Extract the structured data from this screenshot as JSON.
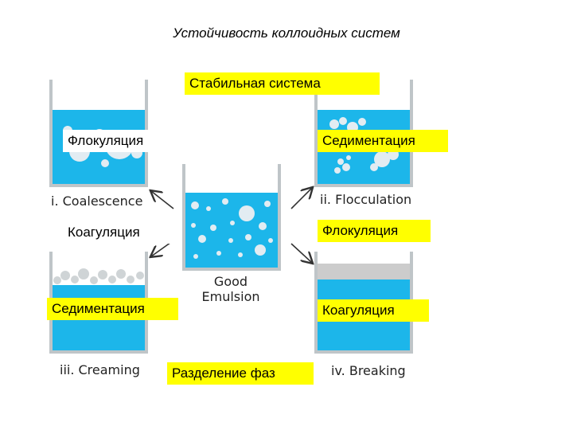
{
  "title": "Устойчивость коллоидных систем",
  "colors": {
    "water": "#1cb6ea",
    "droplet": "#e2ecf2",
    "cream_layer": "#cfd4d6",
    "oil_layer": "#cccccc",
    "highlight": "#ffff00"
  },
  "beakers": {
    "center": {
      "caption_line1": "Good",
      "caption_line2": "Emulsion"
    },
    "top_left": {
      "caption": "i. Coalescence"
    },
    "top_right": {
      "caption": "ii. Flocculation"
    },
    "bottom_left": {
      "caption": "iii. Creaming"
    },
    "bottom_right": {
      "caption": "iv. Breaking"
    }
  },
  "labels": {
    "stable_system": "Стабильная система",
    "top_left": "Флокуляция",
    "top_right": "Седиментация",
    "mid_left": "Коагуляция",
    "mid_right": "Флокуляция",
    "bottom_left": "Седиментация",
    "bottom_right": "Коагуляция",
    "phase_separation": "Разделение фаз"
  }
}
